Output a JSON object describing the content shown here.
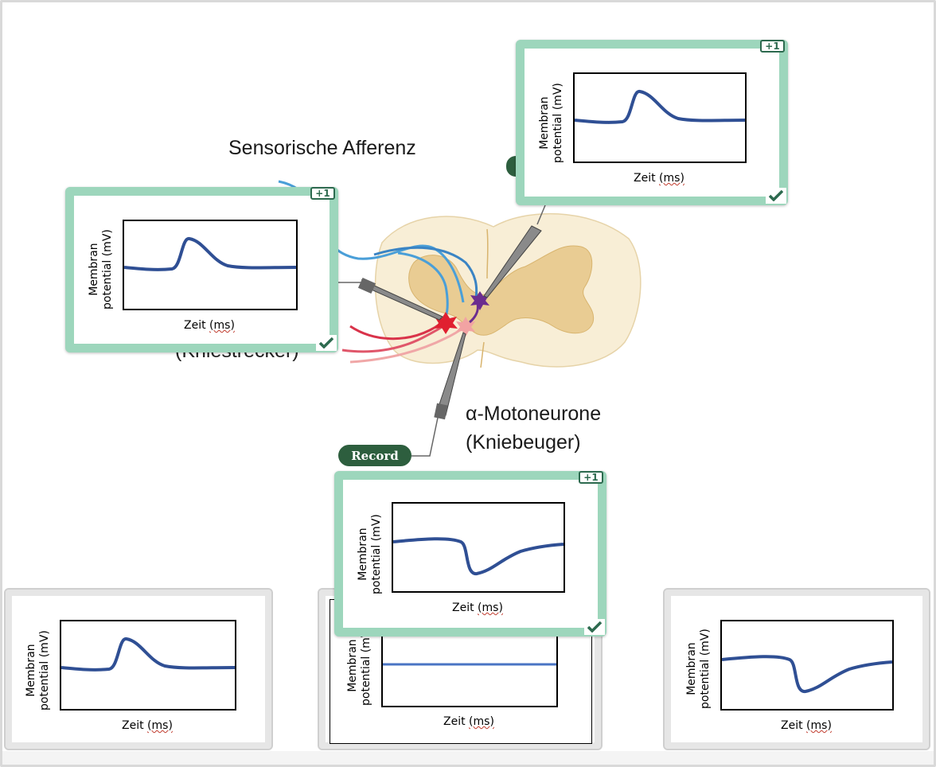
{
  "labels": {
    "sensory_afferent": "Sensorische Afferenz",
    "motoneuron_line1": "α-Motoneurone",
    "motoneuron_line2": "(Kniebeuger)",
    "hidden_partial": "(Kniestrecker)",
    "record_badge": "Record"
  },
  "graph_axis": {
    "ylabel_line1": "Membran",
    "ylabel_line2": "potential (mV)",
    "xlabel_prefix": "Zeit ",
    "xlabel_unit": "(ms)"
  },
  "placed_cards": [
    {
      "id": "top-right",
      "trace": "epsp",
      "score": "+1",
      "correct": true
    },
    {
      "id": "left",
      "trace": "epsp",
      "score": "+1",
      "correct": true
    },
    {
      "id": "middle",
      "trace": "ipsp",
      "score": "+1",
      "correct": true
    }
  ],
  "bank_cards": [
    {
      "id": "bank-1",
      "trace": "epsp"
    },
    {
      "id": "bank-2",
      "trace": "flat"
    },
    {
      "id": "bank-3",
      "trace": "ipsp"
    }
  ],
  "colors": {
    "trace": "#2f4f94",
    "flat_trace": "#4a74c4",
    "placed_border": "#9dd6bc",
    "badge_green": "#2d5e3e",
    "afferent_blue": "#4a9fd8",
    "efferent_red": "#d9334a",
    "efferent_pink": "#f0a7a7",
    "interneuron_purple": "#6b2d8f",
    "spinal_grey_matter": "#e8c98f",
    "spinal_white_matter": "#f7ecd2"
  }
}
